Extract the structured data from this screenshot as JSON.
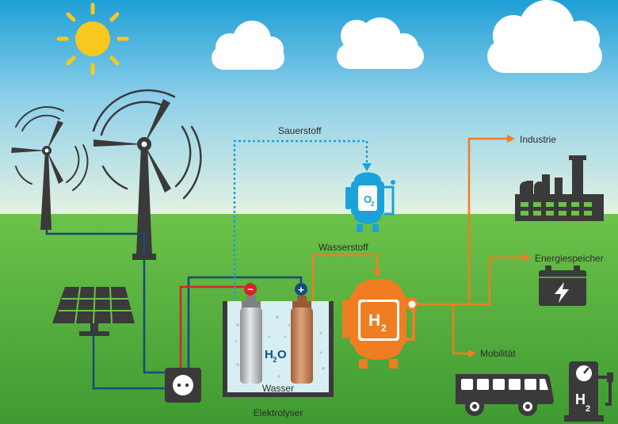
{
  "labels": {
    "sauerstoff": "Sauerstoff",
    "wasserstoff": "Wasserstoff",
    "industrie": "Industrie",
    "energiespeicher": "Energiespeicher",
    "mobilitaet": "Mobilität",
    "wasser": "Wasser",
    "elektrolyser": "Elektrolyser"
  },
  "formulas": {
    "o2_main": "O",
    "o2_sub": "2",
    "h2_main": "H",
    "h2_sub": "2",
    "h2o_h": "H",
    "h2o_sub": "2",
    "h2o_o": "O",
    "station_main": "H",
    "station_sub": "2"
  },
  "polarity": {
    "minus": "−",
    "plus": "+"
  },
  "colors": {
    "sky_top": "#1e9fd6",
    "sky_bottom": "#e4f2dc",
    "grass_top": "#6cc24a",
    "grass_bottom": "#3f9a31",
    "dark": "#3a3a3a",
    "orange": "#f07d22",
    "blue": "#19a3d9",
    "navy": "#1a4a7a",
    "red": "#d8232a",
    "sun": "#f8c81e",
    "copper": "#c9845a",
    "steel": "#b8bcc0"
  },
  "icons": [
    "sun-icon",
    "cloud-icon",
    "wind-turbine-icon",
    "solar-panel-icon",
    "power-socket-icon",
    "electrolyser-tank-icon",
    "oxygen-tank-icon",
    "hydrogen-tank-icon",
    "factory-icon",
    "battery-icon",
    "bus-icon",
    "hydrogen-fuel-station-icon"
  ]
}
